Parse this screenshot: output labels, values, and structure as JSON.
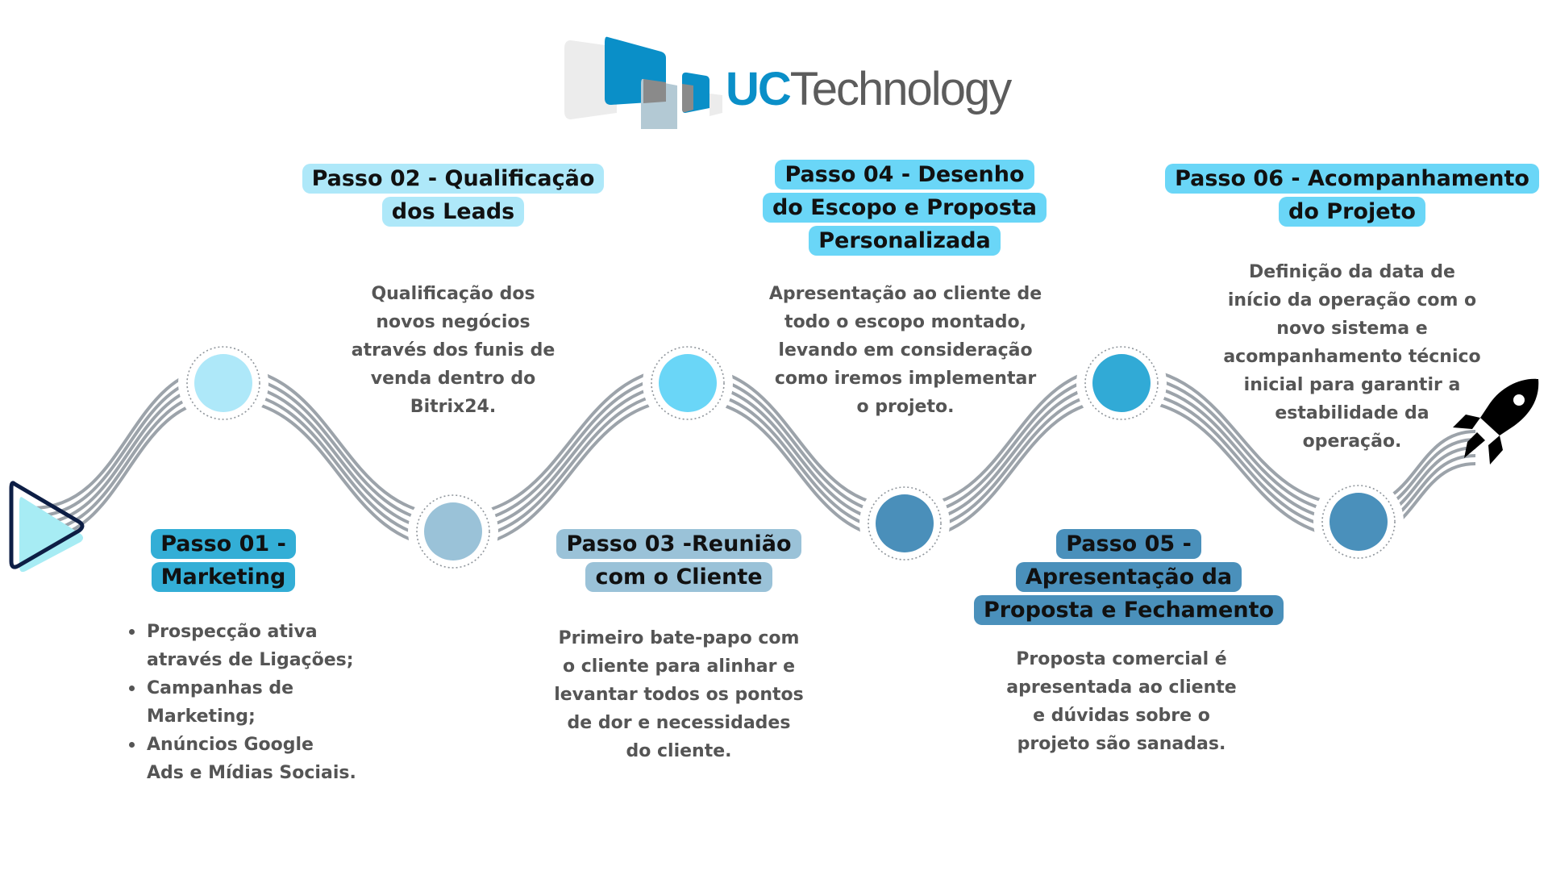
{
  "logo": {
    "uc": "UC",
    "technology": "Technology"
  },
  "colors": {
    "step1": "#33aed6",
    "step2": "#aee8f9",
    "step3": "#9ac2d8",
    "step4": "#6ad6f7",
    "step5": "#4a90bb",
    "step6": "#6ad6f7",
    "line": "#9ca3aa"
  },
  "steps": [
    {
      "title": [
        "Passo 01 -",
        "Marketing"
      ],
      "bullets": [
        [
          "Prospecção ativa",
          "através de Ligações;"
        ],
        [
          "Campanhas de",
          "Marketing;"
        ],
        [
          "Anúncios  Google",
          "Ads e Mídias Sociais."
        ]
      ],
      "node_color": "#33aed6"
    },
    {
      "title": [
        "Passo 02 - Qualificação",
        "dos Leads"
      ],
      "description": [
        "Qualificação dos",
        "novos negócios",
        "através dos funis de",
        "venda dentro do",
        "Bitrix24."
      ],
      "node_color": "#aee8f9"
    },
    {
      "title": [
        "Passo 03 -Reunião",
        "com o Cliente"
      ],
      "description": [
        "Primeiro bate-papo com",
        "o cliente para alinhar e",
        "levantar todos os pontos",
        "de dor e necessidades",
        "do cliente."
      ],
      "node_color": "#9ac2d8"
    },
    {
      "title": [
        "Passo 04 - Desenho",
        "do Escopo e Proposta",
        "Personalizada"
      ],
      "description": [
        "Apresentação ao cliente de",
        "todo o escopo montado,",
        "levando em consideração",
        "como iremos implementar",
        "o projeto."
      ],
      "node_color": "#6ad6f7"
    },
    {
      "title": [
        "Passo 05 -",
        "Apresentação da",
        "Proposta e Fechamento"
      ],
      "description": [
        "Proposta comercial é",
        "apresentada ao cliente",
        "e dúvidas sobre o",
        "projeto são sanadas."
      ],
      "node_color": "#4a8fba"
    },
    {
      "title": [
        "Passo 06 - Acompanhamento",
        "do Projeto"
      ],
      "description": [
        "Definição da data de",
        "início da operação com o",
        "novo sistema e",
        "acompanhamento técnico",
        "inicial para garantir a",
        "estabilidade da",
        "operação."
      ],
      "node_color": "#31aad6"
    }
  ]
}
